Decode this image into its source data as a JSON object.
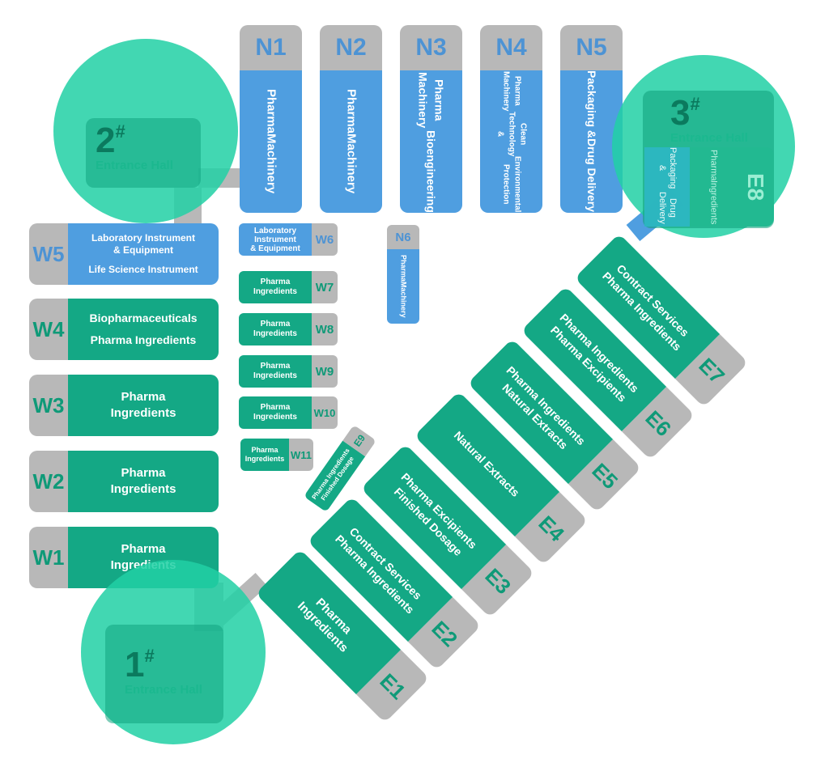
{
  "halls_north": [
    {
      "code": "N1",
      "name": [
        "Pharma",
        "Machinery"
      ]
    },
    {
      "code": "N2",
      "name": [
        "Pharma",
        "Machinery"
      ]
    },
    {
      "code": "N3",
      "name": [
        "Pharma Machinery",
        "Bioengineering"
      ]
    },
    {
      "code": "N4",
      "name": [
        "Pharma Machinery",
        "Clean Technology &",
        "Environmental Protection"
      ]
    },
    {
      "code": "N5",
      "name": [
        "Packaging &",
        "Drug Delivery"
      ]
    }
  ],
  "hall_n6": {
    "code": "N6",
    "name": [
      "Pharma",
      "Machinery"
    ]
  },
  "halls_west_large": [
    {
      "code": "W5",
      "name": [
        "Laboratory Instrument",
        "& Equipment",
        "Life Science Instrument"
      ]
    },
    {
      "code": "W4",
      "name": [
        "Biopharmaceuticals",
        "Pharma Ingredients"
      ]
    },
    {
      "code": "W3",
      "name": [
        "Pharma",
        "Ingredients"
      ]
    },
    {
      "code": "W2",
      "name": [
        "Pharma",
        "Ingredients"
      ]
    },
    {
      "code": "W1",
      "name": [
        "Pharma",
        "Ingredients"
      ]
    }
  ],
  "halls_west_small": [
    {
      "code": "W6",
      "name": [
        "Laboratory",
        "Instrument",
        "& Equipment"
      ]
    },
    {
      "code": "W7",
      "name": [
        "Pharma",
        "Ingredients"
      ]
    },
    {
      "code": "W8",
      "name": [
        "Pharma",
        "Ingredients"
      ]
    },
    {
      "code": "W9",
      "name": [
        "Pharma",
        "Ingredients"
      ]
    },
    {
      "code": "W10",
      "name": [
        "Pharma",
        "Ingredients"
      ]
    },
    {
      "code": "W11",
      "name": [
        "Pharma",
        "Ingredients"
      ]
    }
  ],
  "hall_e9": {
    "code": "E9",
    "name": [
      "Pharma Ingredients",
      "Finished Dosage"
    ]
  },
  "halls_east": [
    {
      "code": "E1",
      "name": [
        "Pharma",
        "Ingredients"
      ]
    },
    {
      "code": "E2",
      "name": [
        "Contract Services",
        "Pharma Ingredients"
      ]
    },
    {
      "code": "E3",
      "name": [
        "Pharma Excipients",
        "Finished Dosage"
      ]
    },
    {
      "code": "E4",
      "name": [
        "Natural Extracts"
      ]
    },
    {
      "code": "E5",
      "name": [
        "Pharma Ingredients",
        "Natural Extracts"
      ]
    },
    {
      "code": "E6",
      "name": [
        "Pharma Ingredients",
        "Pharma Excipients"
      ]
    },
    {
      "code": "E7",
      "name": [
        "Contract Services",
        "Pharma Ingredients"
      ]
    }
  ],
  "hall_e8": {
    "code": "E8",
    "sub_a": [
      "Packaging &",
      "Drug Delivery"
    ],
    "sub_b": [
      "Pharma",
      "Ingredients"
    ]
  },
  "entrances": [
    {
      "number": "1",
      "mark": "#",
      "label": "Entrance Hall"
    },
    {
      "number": "2",
      "mark": "#",
      "label": "Entrance Hall"
    },
    {
      "number": "3",
      "mark": "#",
      "label": "Entrance Hall"
    }
  ],
  "colors": {
    "blue": "#4f9ee0",
    "green": "#14a885",
    "gray": "#b8b8b8",
    "circle": "#21d0a5"
  }
}
